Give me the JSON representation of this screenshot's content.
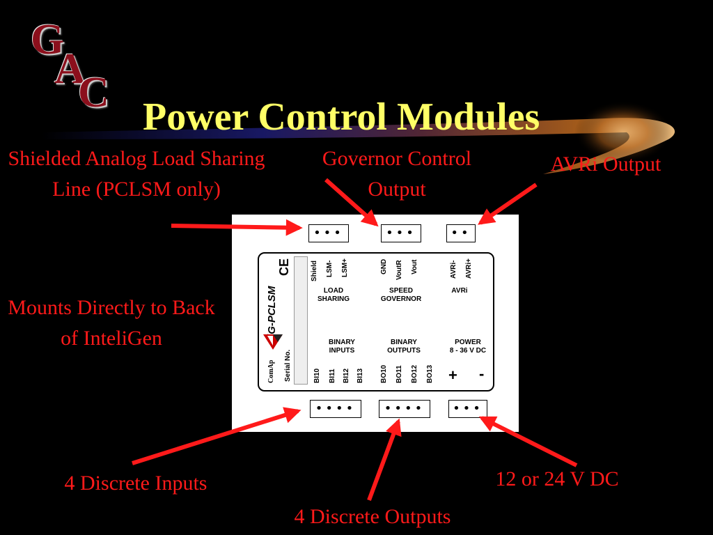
{
  "logo": {
    "letters": [
      "G",
      "A",
      "C"
    ]
  },
  "title": "Power Control Modules",
  "callouts": {
    "shielded": "Shielded Analog Load Sharing Line (PCLSM only)",
    "governor": "Governor Control Output",
    "avri": "AVRi Output",
    "mounts": "Mounts Directly to Back of InteliGen",
    "inputs": "4 Discrete Inputs",
    "outputs": "4 Discrete Outputs",
    "power": "12 or 24 V DC"
  },
  "module": {
    "model": "iG-PCLSM",
    "serial_label": "Serial No.",
    "ce_mark": "CE",
    "brand": "ComAp",
    "top_pins": {
      "load_sharing": [
        "Shield",
        "LSM-",
        "LSM+"
      ],
      "speed_governor": [
        "GND",
        "VoutR",
        "Vout"
      ],
      "avri": [
        "AVRi-",
        "AVRi+"
      ]
    },
    "top_groups": {
      "load_sharing": "LOAD\nSHARING",
      "speed_governor": "SPEED\nGOVERNOR",
      "avri": "AVRi"
    },
    "bottom_groups": {
      "binary_inputs": "BINARY\nINPUTS",
      "binary_outputs": "BINARY\nOUTPUTS",
      "power": "POWER\n8 - 36 V DC"
    },
    "bottom_pins": {
      "binary_inputs": [
        "BI10",
        "BI11",
        "BI12",
        "BI13"
      ],
      "binary_outputs": [
        "BO10",
        "BO11",
        "BO12",
        "BO13"
      ]
    },
    "power_signs": [
      "+",
      "-"
    ],
    "connector_dots": {
      "three": "•••",
      "two": "••",
      "four": "••••"
    }
  },
  "colors": {
    "background": "#000000",
    "title": "#ffff66",
    "callout": "#ff1a1a",
    "arrow": "#ff1a1a",
    "logo_letter": "#8b0f1c"
  }
}
